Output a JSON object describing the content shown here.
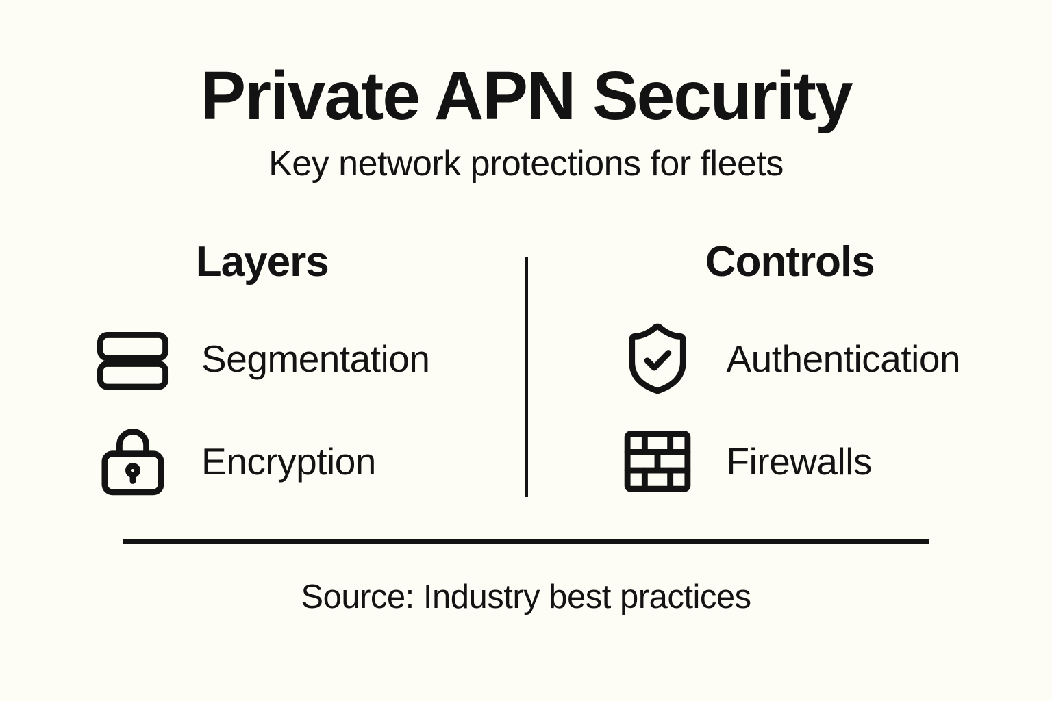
{
  "page": {
    "title": "Private APN Security",
    "subtitle": "Key network protections for fleets",
    "source": "Source: Industry best practices"
  },
  "columns": [
    {
      "header": "Layers",
      "items": [
        {
          "icon": "layers-icon",
          "label": "Segmentation"
        },
        {
          "icon": "lock-icon",
          "label": "Encryption"
        }
      ]
    },
    {
      "header": "Controls",
      "items": [
        {
          "icon": "shield-check-icon",
          "label": "Authentication"
        },
        {
          "icon": "brick-wall-icon",
          "label": "Firewalls"
        }
      ]
    }
  ],
  "colors": {
    "background": "#FDFCF5",
    "text": "#131313",
    "line": "#131313"
  }
}
